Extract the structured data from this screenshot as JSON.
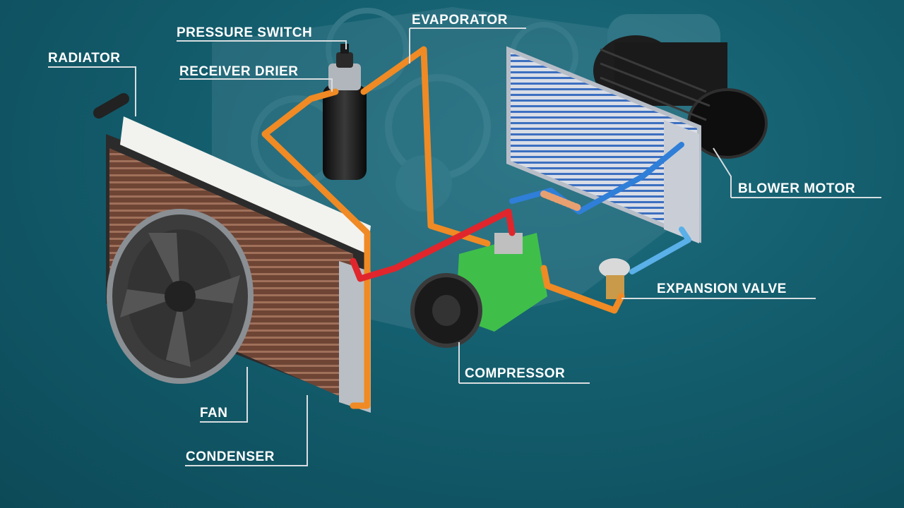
{
  "labels": {
    "radiator": "RADIATOR",
    "pressure_switch": "PRESSURE SWITCH",
    "receiver_drier": "RECEIVER DRIER",
    "evaporator": "EVAPORATOR",
    "blower_motor": "BLOWER MOTOR",
    "expansion_valve": "EXPANSION VALVE",
    "compressor": "COMPRESSOR",
    "fan": "FAN",
    "condenser": "CONDENSER"
  },
  "colors": {
    "background": "#135d6d",
    "label_text": "#ffffff",
    "leader_line": "#d8dde0",
    "high_pressure_liquid": "#f08a24",
    "high_pressure_gas": "#e0262c",
    "low_pressure": "#2f7fd8",
    "low_pressure_light": "#5ab0e8",
    "compressor_body": "#3fbf4a",
    "condenser_core": "#7a4a3a",
    "evaporator_fins": "#3c6fc0"
  },
  "icons": {
    "fan": "fan-icon",
    "compressor": "compressor-icon",
    "blower": "blower-cage-icon"
  }
}
